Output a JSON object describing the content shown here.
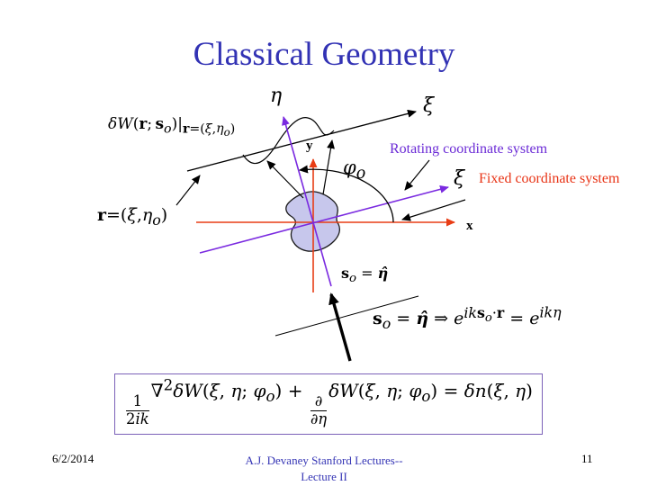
{
  "slide": {
    "title": "Classical Geometry",
    "colors": {
      "title_blue": "#3232b4",
      "rotating_purple": "#6b2bd6",
      "fixed_red": "#e83315",
      "axis_red": "#e83d15",
      "axis_purple": "#7a2ae0",
      "blob_fill": "#c7c7ec",
      "equation_box_border": "#7b61b8",
      "footer_blue": "#3535b5"
    },
    "labels": {
      "eta_axis": "η",
      "xi_detector_axis": "ξ",
      "xi_rotating_axis": "ξ",
      "x_axis": "x",
      "y_axis": "y",
      "phi_angle": "<i>φ<sub>o</sub></i>",
      "rotating_system": "Rotating coordinate system",
      "fixed_system": "Fixed coordinate system"
    },
    "formulas": {
      "dW_detector": "<i>δW</i>(<b>r</b>;&#8201;<b>s</b><sub><i>o</i></sub>)|<sub><b>r</b>=(<i>ξ</i>,<i>η<sub>o</sub></i>)</sub>",
      "r_point": "<b>r</b>=(<i>ξ</i>,<i>η<sub>o</sub></i>)",
      "so_unit": "<b>s</b><sub><i>o</i></sub> = <b><i>η̂</i></b>",
      "so_plane_wave": "<b>s</b><sub><i>o</i></sub> = <b><i>η̂</i></b> ⇒ <i>e</i><sup><i>ik</i><b>s</b><sub><i>o</i></sub>·<b>r</b></sup> = <i>e</i><sup><i>ikη</i></sup>",
      "rytov_equation": "<span class='frac'><span class='num'>1</span><span class='den'>2<i>ik</i></span></span>∇<sup>2</sup><i>δW</i>(<i>ξ</i>, <i>η</i>; <i>φ<sub>o</sub></i>) + <span class='frac'><span class='num'><i>∂</i></span><span class='den'><i>∂η</i></span></span><i>δW</i>(<i>ξ</i>, <i>η</i>; <i>φ<sub>o</sub></i>) = <i>δn</i>(<i>ξ</i>, <i>η</i>)"
    },
    "footer": {
      "date": "6/2/2014",
      "credit_line1": "A.J. Devaney Stanford Lectures--",
      "credit_line2": "Lecture II",
      "page_number": "11"
    }
  }
}
